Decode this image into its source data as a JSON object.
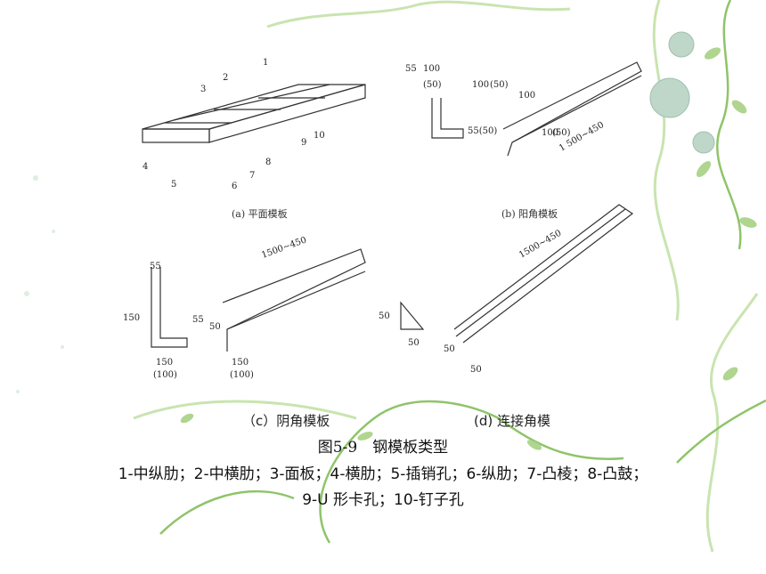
{
  "figure": {
    "panels": {
      "a": {
        "label": "(a) 平面模板",
        "numbers": [
          "1",
          "2",
          "3",
          "4",
          "5",
          "6",
          "7",
          "8",
          "9",
          "10"
        ]
      },
      "b": {
        "label": "(b) 阳角模板",
        "dims": [
          "55",
          "100",
          "(50)",
          "100",
          "(50)",
          "100",
          "55(50)",
          "100",
          "(50)",
          "1 500~450"
        ]
      },
      "c": {
        "caption": "（c）阴角模板",
        "dims": [
          "55",
          "150",
          "55",
          "150",
          "(100)",
          "1500~450",
          "50",
          "150",
          "(100)"
        ]
      },
      "d": {
        "caption": "(d) 连接角模",
        "dims": [
          "50",
          "50",
          "1500~450",
          "50",
          "50"
        ]
      }
    },
    "title": "图5-9　钢模板类型",
    "legend_line1": "1-中纵肋；2-中横肋；3-面板；4-横肋；5-插销孔；6-纵肋；7-凸棱；8-凸鼓；",
    "legend_line2": "9-U 形卡孔；10-钉子孔"
  },
  "colors": {
    "vine": "#8fc46a",
    "vine_light": "#c9e4b0",
    "flower": "#bfd7c9",
    "background": "#ffffff"
  }
}
